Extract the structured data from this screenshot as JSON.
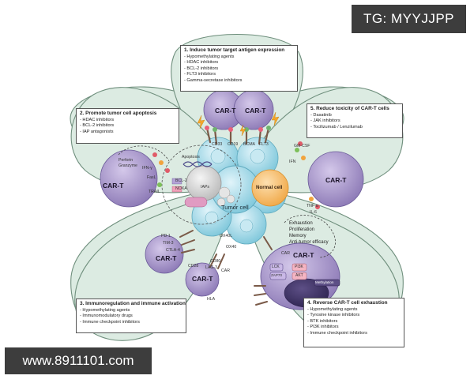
{
  "watermark": {
    "top": "TG: MYYJJPP",
    "bottom": "www.8911101.com"
  },
  "colors": {
    "petal_fill": "#dcebe2",
    "petal_stroke": "#6f8f7d",
    "car_t": "#8b78b5",
    "tumor_cell": "#8fd2e3",
    "normal_cell": "#f4b35a"
  },
  "boxes": {
    "box1": {
      "title": "1. Induce tumor target antigen expression",
      "items": [
        "Hypomethylating agents",
        "HDAC inhibitors",
        "BCL-2 inhibitors",
        "FLT3 inhibitors",
        "Gamma-secretase inhibitors"
      ]
    },
    "box2": {
      "title": "2. Promote tumor cell apoptosis",
      "items": [
        "HDAC inhibitors",
        "BCL-2 inhibitors",
        "IAP antagonists"
      ]
    },
    "box3": {
      "title": "3. Immunoregulation and immune activation",
      "items": [
        "Hypomethylating agents",
        "Immunomodulatory drugs",
        "Immune checkpoint inhibitors"
      ]
    },
    "box4": {
      "title": "4. Reverse CAR-T cell exhaustion",
      "items": [
        "Hypomethylating agents",
        "Tyrosine kinase inhibitors",
        "BTK inhibitors",
        "PI3K inhibitors",
        "Immune checkpoint inhibitors"
      ]
    },
    "box5": {
      "title": "5. Reduce toxicity of CAR-T cells",
      "items": [
        "Dasatinib",
        "JAK inhibitors",
        "Tocilizumab / Lenzilumab"
      ]
    }
  },
  "cells": {
    "car_t": "CAR-T",
    "tumor_cell": "Tumor cell",
    "normal_cell": "Normal cell"
  },
  "labels": {
    "apoptosis": "Apoptosis",
    "bcl2": "BCL-2",
    "noxa": "NOXA",
    "iaps": "IAPs",
    "perforin": "Perforin",
    "granzyme": "Granzyme",
    "fasl": "FasL",
    "trail": "TRAIL",
    "ifng": "IFN-γ",
    "ifn": "IFN",
    "gmcsf": "GM-CSF",
    "tnfa": "TNF-α",
    "il6": "IL-6",
    "pd1": "PD-1",
    "tim3": "TIM-3",
    "ctla4": "CTLA-4",
    "lag3": "LAG-3",
    "cd28": "CD28",
    "ox40l": "OX40L",
    "ox40": "OX40",
    "ox40_car": "CAR",
    "cd80": "CD80",
    "hla": "HLA",
    "cd33": "CD33",
    "cd19": "CD19",
    "bcma": "BCMA",
    "flt3": "FLT3",
    "car": "CAR",
    "lck": "LCK",
    "zap70": "ZAP70",
    "pi3k": "PI3K",
    "akt": "AKT",
    "methylation": "Methylation",
    "exhaustion": "Exhaustion",
    "proliferation": "Proliferation",
    "memory": "Memory",
    "anti_tumor": "Anti-tumor efficacy"
  }
}
